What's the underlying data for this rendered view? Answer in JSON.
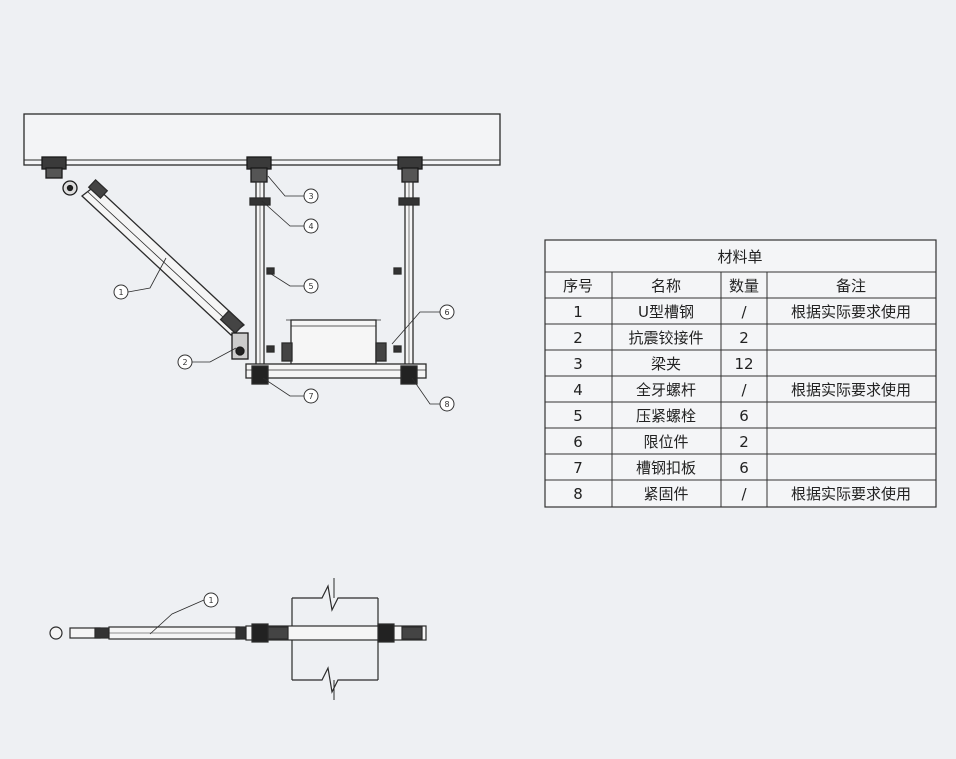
{
  "drawing": {
    "balloons_front": [
      "1",
      "2",
      "3",
      "4",
      "5",
      "6",
      "7",
      "8"
    ],
    "balloons_plan": [
      "1"
    ]
  },
  "materials_table": {
    "title": "材料单",
    "headers": [
      "序号",
      "名称",
      "数量",
      "备注"
    ],
    "rows": [
      {
        "no": "1",
        "name": "U型槽钢",
        "qty": "/",
        "note": "根据实际要求使用"
      },
      {
        "no": "2",
        "name": "抗震铰接件",
        "qty": "2",
        "note": ""
      },
      {
        "no": "3",
        "name": "梁夹",
        "qty": "12",
        "note": ""
      },
      {
        "no": "4",
        "name": "全牙螺杆",
        "qty": "/",
        "note": "根据实际要求使用"
      },
      {
        "no": "5",
        "name": "压紧螺栓",
        "qty": "6",
        "note": ""
      },
      {
        "no": "6",
        "name": "限位件",
        "qty": "2",
        "note": ""
      },
      {
        "no": "7",
        "name": "槽钢扣板",
        "qty": "6",
        "note": ""
      },
      {
        "no": "8",
        "name": "紧固件",
        "qty": "/",
        "note": "根据实际要求使用"
      }
    ]
  },
  "colors": {
    "background": "#eef0f3",
    "line": "#2b2b2b",
    "bolt": "#1a1a1a"
  }
}
